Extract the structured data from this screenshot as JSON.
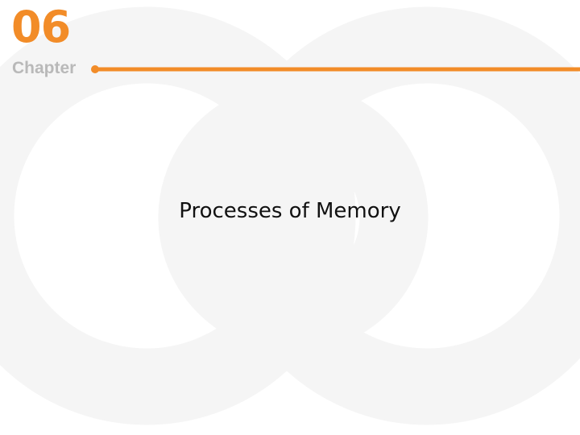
{
  "header": {
    "chapter_number": "06",
    "chapter_label": "Chapter"
  },
  "main": {
    "title": "Processes of Memory"
  },
  "colors": {
    "accent": "#f28c28",
    "label_gray": "#b9b9b9",
    "ring_gray": "#f5f5f5",
    "title_text": "#111111"
  }
}
